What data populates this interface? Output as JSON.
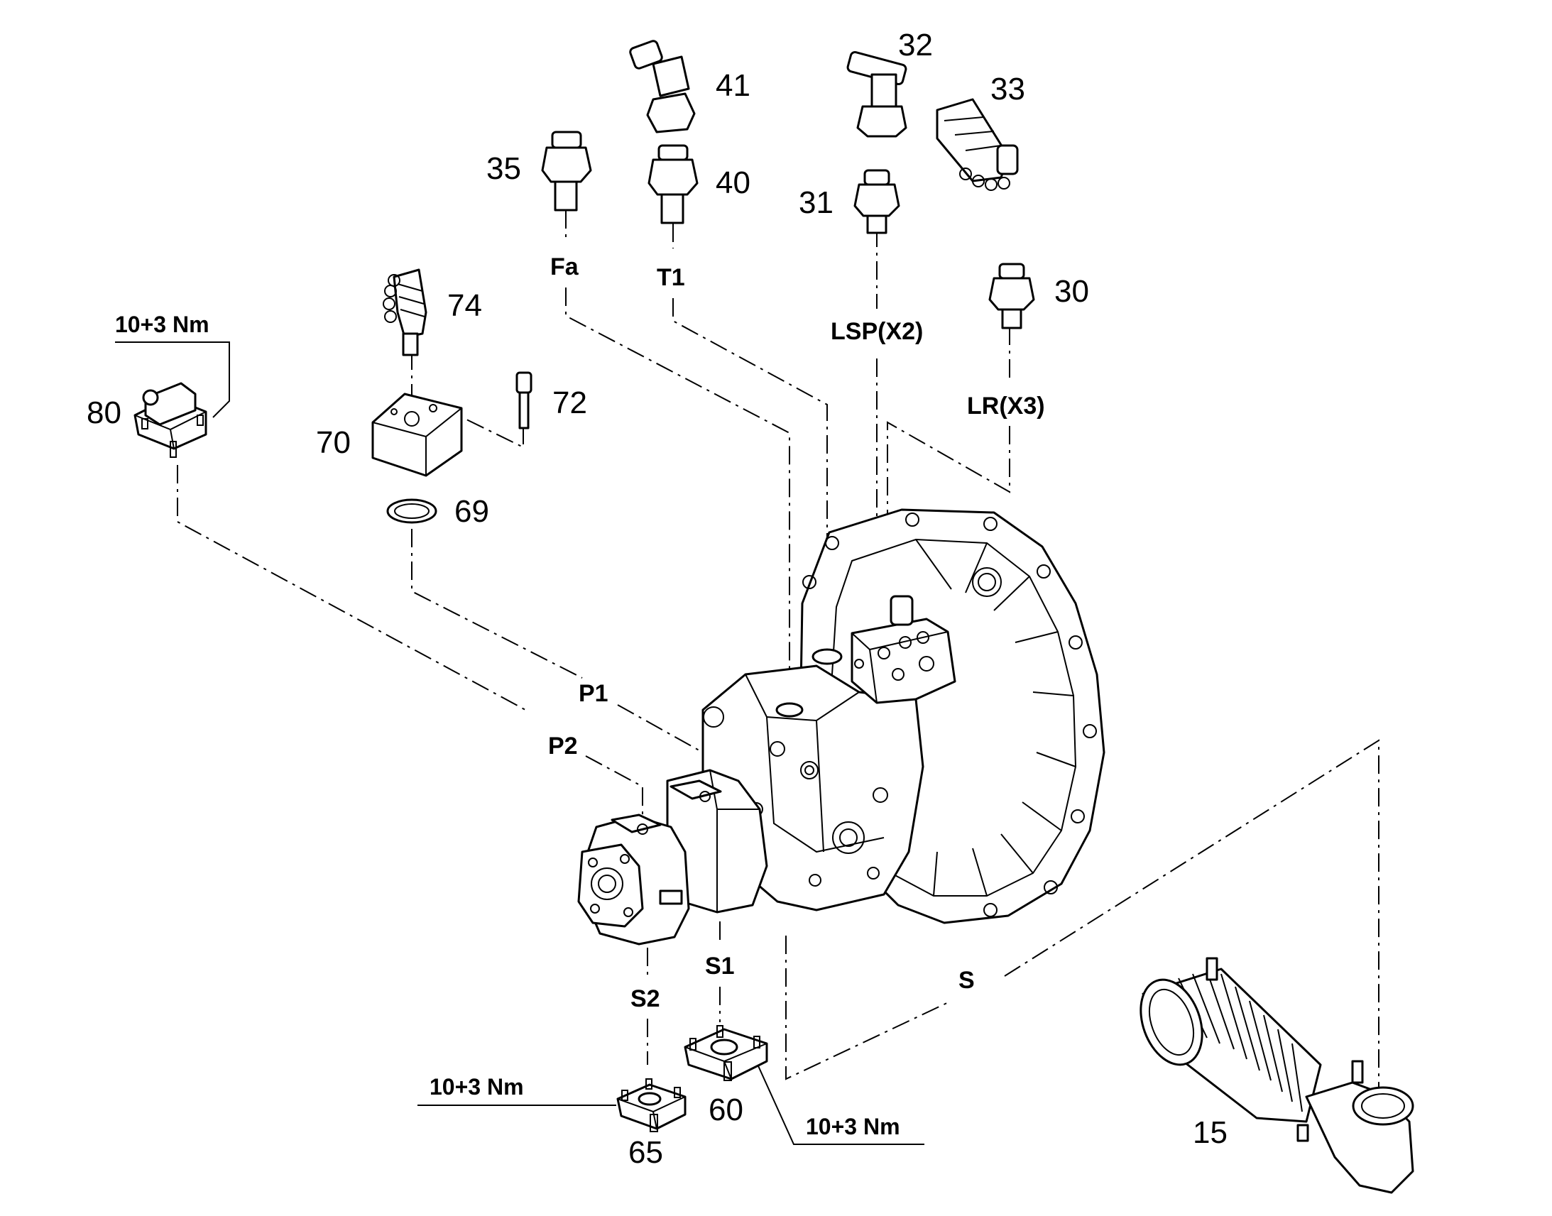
{
  "part_numbers": {
    "p15": "15",
    "p30": "30",
    "p31": "31",
    "p32": "32",
    "p33": "33",
    "p35": "35",
    "p40": "40",
    "p41": "41",
    "p60": "60",
    "p65": "65",
    "p69": "69",
    "p70": "70",
    "p72": "72",
    "p74": "74",
    "p80": "80"
  },
  "port_labels": {
    "fa": "Fa",
    "t1": "T1",
    "lsp": "LSP(X2)",
    "lr": "LR(X3)",
    "p1": "P1",
    "p2": "P2",
    "s1": "S1",
    "s2": "S2",
    "s": "S"
  },
  "torque_labels": {
    "t80": "10+3 Nm",
    "t65": "10+3 Nm",
    "t60": "10+3 Nm"
  }
}
